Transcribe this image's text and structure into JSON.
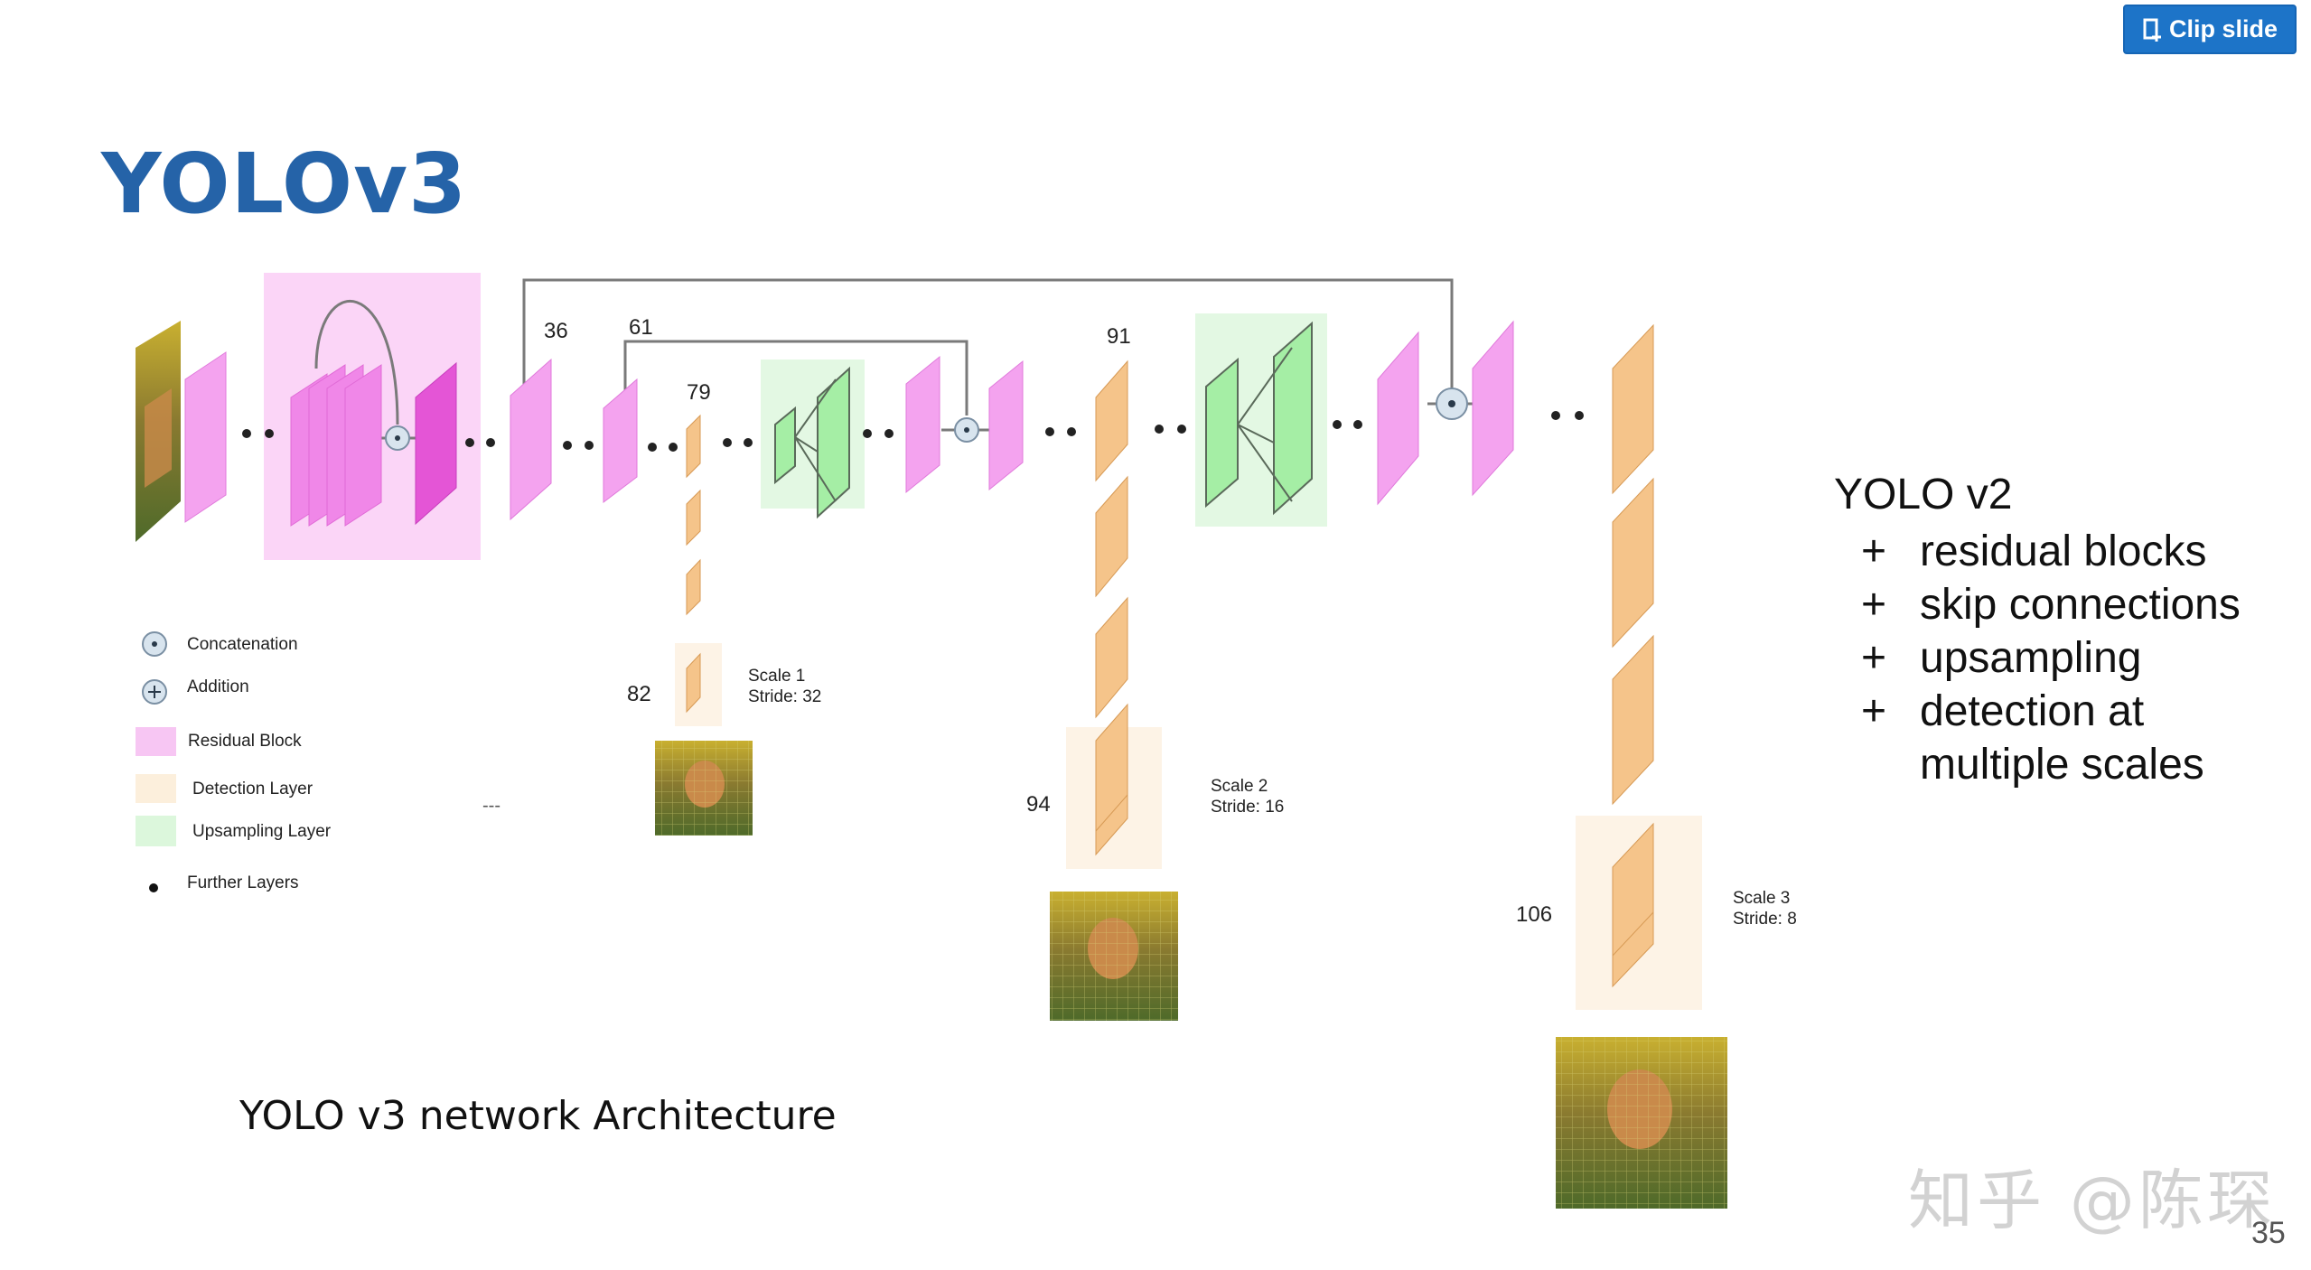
{
  "toolbar": {
    "clip_label": "Clip slide",
    "clip_icon": "clip-icon"
  },
  "slide": {
    "title": "YOLOv3",
    "caption": "YOLO v3 network Architecture",
    "page_number": "35",
    "watermark": "知乎 @陈琛"
  },
  "diagram": {
    "layer_labels": [
      "36",
      "61",
      "79",
      "82",
      "91",
      "94",
      "106"
    ],
    "scales": [
      {
        "name": "Scale 1",
        "stride": "Stride: 32"
      },
      {
        "name": "Scale 2",
        "stride": "Stride: 16"
      },
      {
        "name": "Scale 3",
        "stride": "Stride: 8"
      }
    ],
    "legend": [
      {
        "label": "Concatenation",
        "symbol": "concat"
      },
      {
        "label": "Addition",
        "symbol": "add"
      },
      {
        "label": "Residual Block",
        "color": "#f7c6f3"
      },
      {
        "label": "Detection Layer",
        "color": "#fcefdc"
      },
      {
        "label": "Upsampling Layer",
        "color": "#dcf7dc"
      },
      {
        "label": "Further Layers",
        "symbol": "dot"
      }
    ],
    "dash": "---",
    "colors": {
      "conv": "#f4a3ef",
      "residual_bg": "#fbd5f7",
      "residual_dark": "#e455d6",
      "detection": "#f5c48a",
      "detection_bg": "#fdf3e6",
      "upsample_bg": "#e3f8e3",
      "upsample": "#a5eea5",
      "title_blue": "#2563a8"
    }
  },
  "notes": {
    "heading": "YOLO v2",
    "bullet_symbol": "+",
    "items": [
      "residual blocks",
      "skip connections",
      "upsampling",
      "detection at",
      "multiple scales"
    ]
  }
}
